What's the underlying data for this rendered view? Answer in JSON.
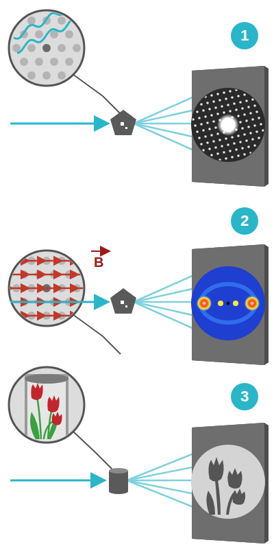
{
  "diagram": {
    "nodes": [
      {
        "text": [
          "1"
        ]
      },
      {
        "text": [
          "2"
        ]
      },
      {
        "text": [
          "3"
        ]
      }
    ],
    "labels": [
      "B"
    ]
  }
}
